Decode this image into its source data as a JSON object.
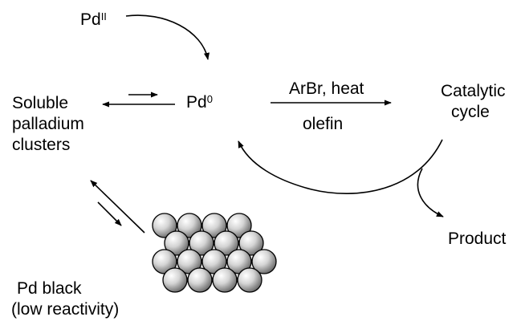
{
  "labels": {
    "pd_ii_base": "Pd",
    "pd_ii_sup": "II",
    "pd_0_base": "Pd",
    "pd_0_sup": "0",
    "clusters": [
      "Soluble",
      "palladium",
      "clusters"
    ],
    "reagent_top": "ArBr, heat",
    "reagent_bottom": "olefin",
    "catalytic": [
      "Catalytic",
      "cycle"
    ],
    "product": "Product",
    "pd_black": [
      "Pd black",
      "(low reactivity)"
    ]
  },
  "colors": {
    "ink": "#000000",
    "sphere_light": "#ffffff",
    "sphere_mid": "#cfcfcf",
    "sphere_dark": "#6e6e6e"
  }
}
